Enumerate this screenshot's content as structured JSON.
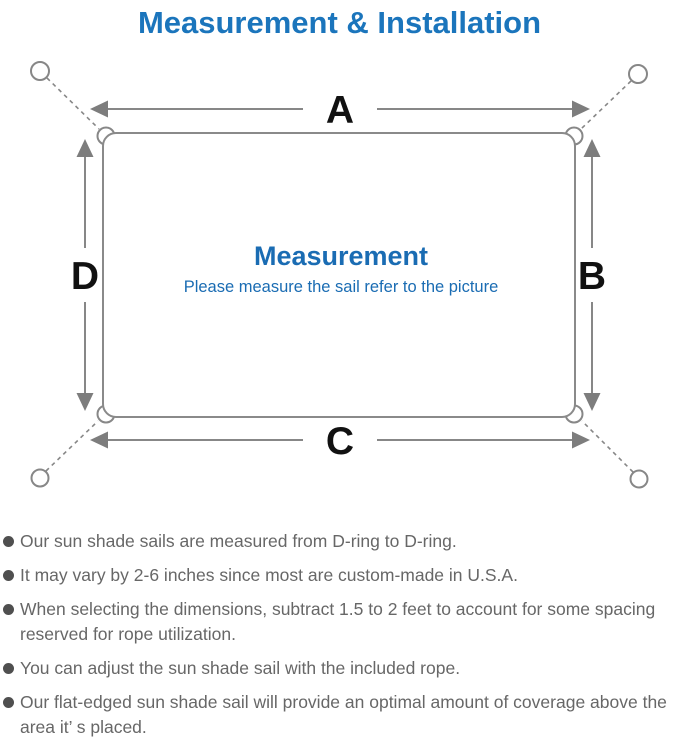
{
  "title": "Measurement & Installation",
  "diagram": {
    "labels": {
      "top": "A",
      "right": "B",
      "bottom": "C",
      "left": "D"
    },
    "center_title": "Measurement",
    "center_subtitle": "Please measure the sail refer to the picture"
  },
  "bullets": [
    "Our sun shade sails are measured from D-ring to D-ring.",
    "It may vary by 2-6 inches since most are custom-made in U.S.A.",
    "When selecting the dimensions, subtract 1.5 to 2 feet to account for some spacing reserved for rope utilization.",
    "You can adjust the sun shade sail with the included rope.",
    "Our flat-edged sun shade sail will provide an optimal amount of coverage above the area it’ s placed."
  ],
  "colors": {
    "title_blue": "#1b75bc",
    "center_text_blue": "#1a6cb3",
    "diagram_line_gray": "#878787",
    "label_black": "#111111",
    "bullet_text_gray": "#676767"
  }
}
